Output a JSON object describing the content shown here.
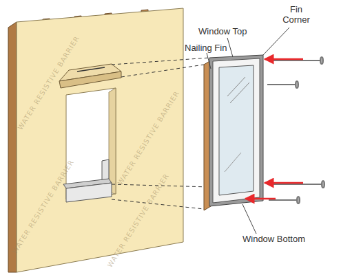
{
  "diagram": {
    "labels": [
      "Window Top",
      "Fin Corner",
      "Nailing Fin",
      "Window Bottom",
      "WATER RESISTIVE BARRIER",
      "WATER RESISTIVE BARRIER",
      "WATER RESISTIVE BARRIER",
      "WATER RESISTIVE BARRIER"
    ]
  }
}
